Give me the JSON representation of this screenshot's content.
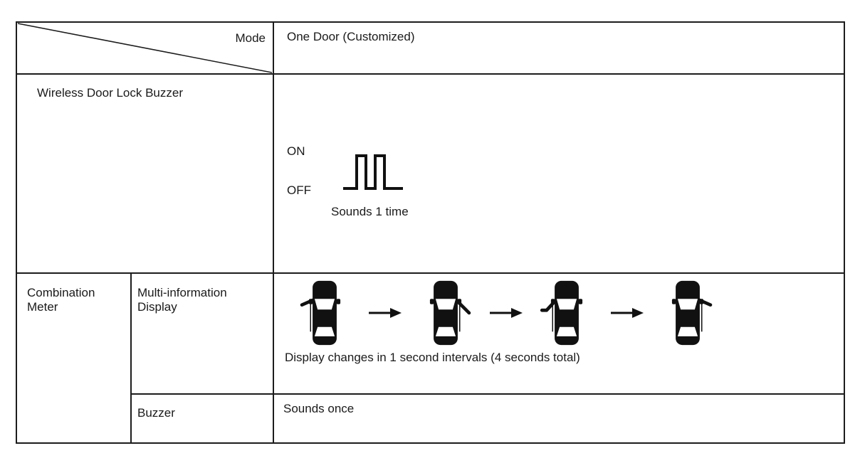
{
  "colors": {
    "line": "#1c1c1c",
    "text": "#1a1a1a",
    "background": "#ffffff"
  },
  "table": {
    "corner": {
      "label": "Mode"
    },
    "mode_value": "One Door (Customized)",
    "wireless_row": {
      "label": "Wireless Door Lock Buzzer",
      "signal": {
        "on": "ON",
        "off": "OFF",
        "caption": "Sounds 1 time"
      }
    },
    "combination_row": {
      "label": "Combination Meter",
      "display_row": {
        "label": "Multi-information Display",
        "caption": "Display changes in 1 second intervals (4 seconds total)"
      },
      "buzzer_row": {
        "label": "Buzzer",
        "value": "Sounds once"
      }
    }
  },
  "icons": {
    "waveform": "buzzer-pulse-waveform",
    "arrow": "right-arrow",
    "cars": [
      "car-top-view-door-open-left-up",
      "car-top-view-door-open-right-down",
      "car-top-view-door-open-left-down",
      "car-top-view-door-open-right-up"
    ]
  }
}
